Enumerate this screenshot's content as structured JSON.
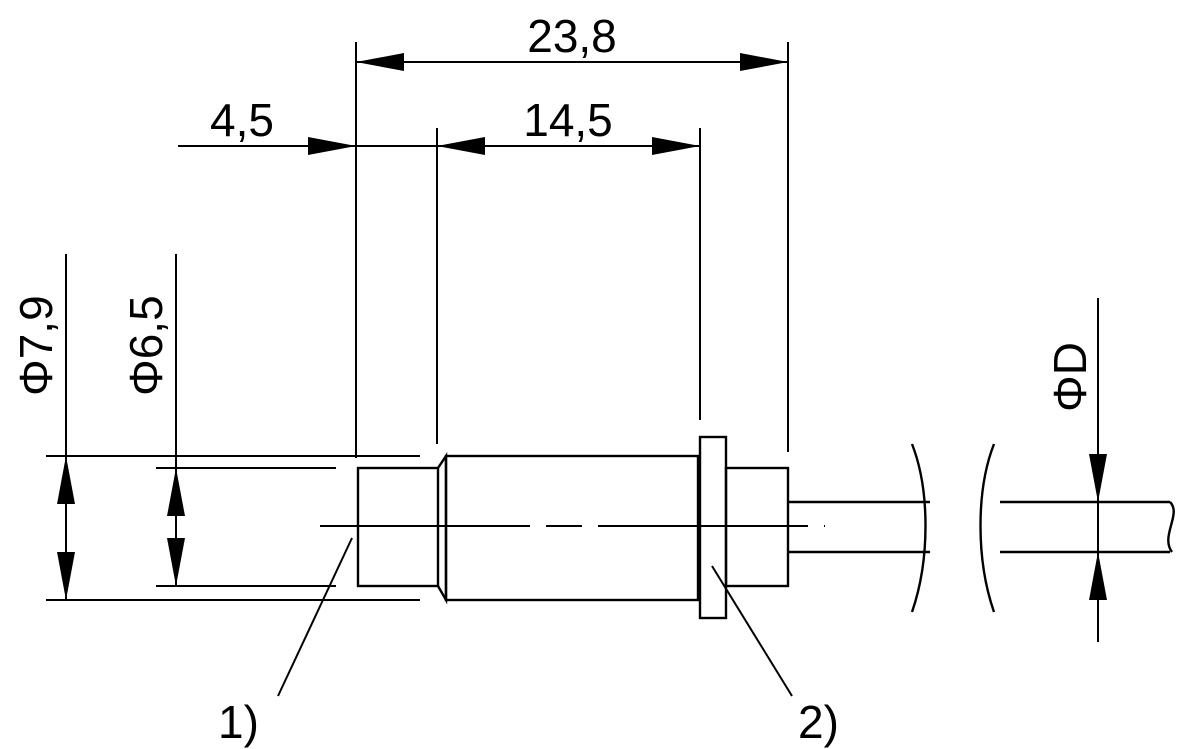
{
  "dimensions": {
    "overall_length": "23,8",
    "front_length": "4,5",
    "body_length": "14,5",
    "outer_diameter": "7,9",
    "inner_diameter": "6,5",
    "cable_diameter": "D",
    "diameter_symbol": "Φ"
  },
  "callouts": {
    "item_1": "1)",
    "item_2": "2)"
  },
  "colors": {
    "line": "#000000",
    "background": "#ffffff"
  }
}
